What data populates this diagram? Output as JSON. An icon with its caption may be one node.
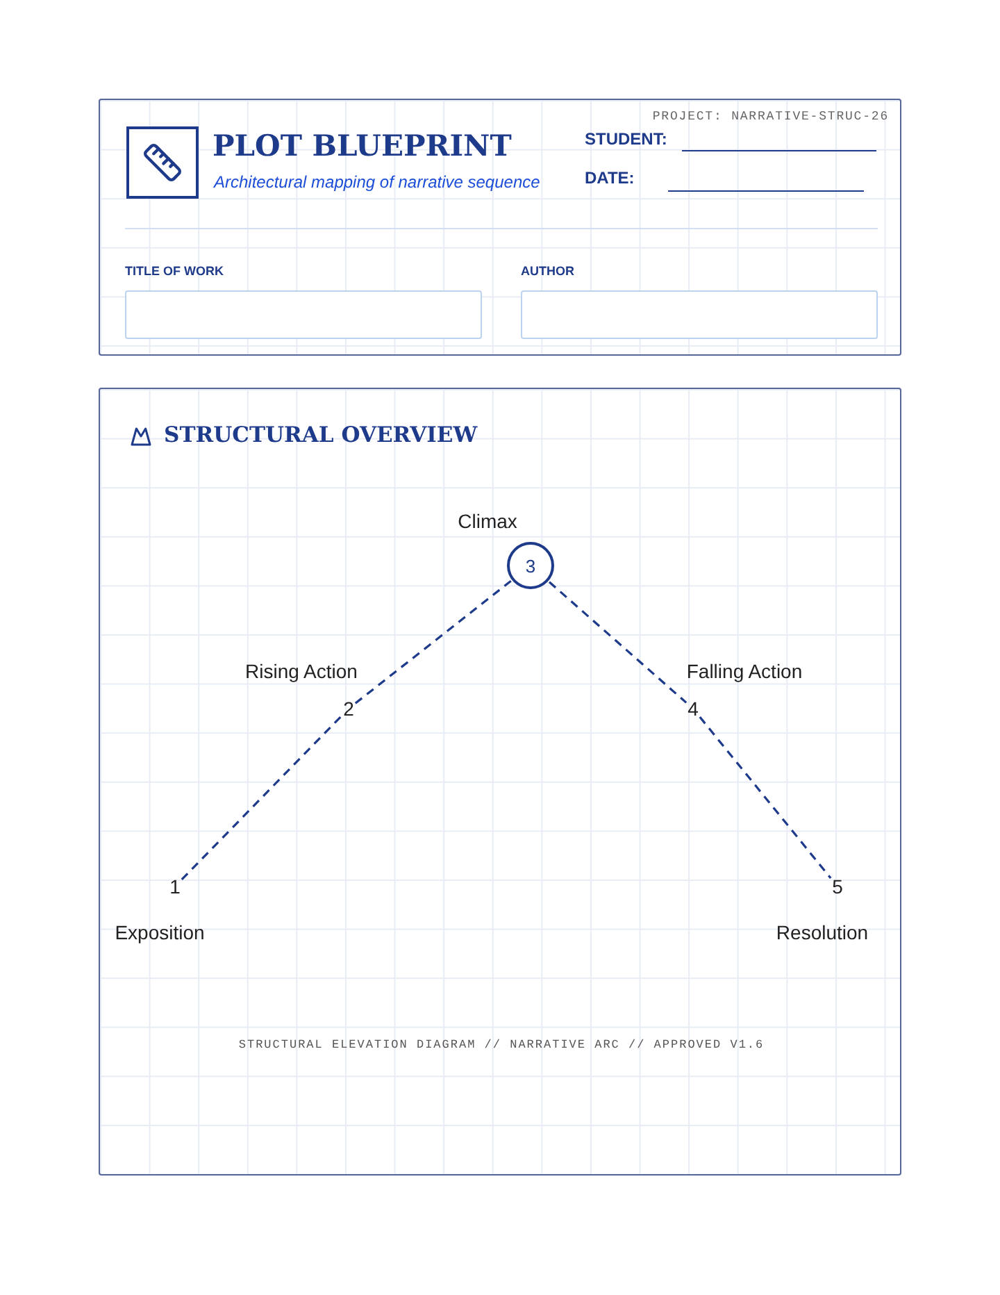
{
  "diagram": {
    "nodes": [
      {
        "text": [
          "PROJECT: NARRATIVE-STRUC-26",
          "PLOT BLUEPRINT",
          "Architectural mapping of narrative sequence",
          "STUDENT:",
          "DATE:"
        ]
      },
      {
        "text": [
          "TITLE OF WORK"
        ],
        "in": 0
      },
      {
        "text": [
          "AUTHOR"
        ],
        "in": 0
      },
      {
        "text": [
          "STRUCTURAL OVERVIEW",
          "STRUCTURAL ELEVATION DIAGRAM // NARRATIVE ARC // APPROVED V1.6"
        ]
      },
      {
        "text": [
          "1"
        ],
        "beside": [
          "Exposition"
        ],
        "in": 3
      },
      {
        "text": [
          "2"
        ],
        "beside": [
          "Rising Action"
        ],
        "in": 3
      },
      {
        "text": [
          "3"
        ],
        "beside": [
          "Climax"
        ],
        "in": 3
      },
      {
        "text": [
          "4"
        ],
        "beside": [
          "Falling Action"
        ],
        "in": 3
      },
      {
        "text": [
          "5"
        ],
        "beside": [
          "Resolution"
        ],
        "in": 3
      }
    ],
    "edges": [
      {
        "from": 4,
        "to": 5,
        "arrow": "none",
        "style": "dashed"
      },
      {
        "from": 5,
        "to": 6,
        "arrow": "none",
        "style": "dashed"
      },
      {
        "from": 6,
        "to": 7,
        "arrow": "none",
        "style": "dashed"
      },
      {
        "from": 7,
        "to": 8,
        "arrow": "none",
        "style": "dashed"
      }
    ]
  }
}
